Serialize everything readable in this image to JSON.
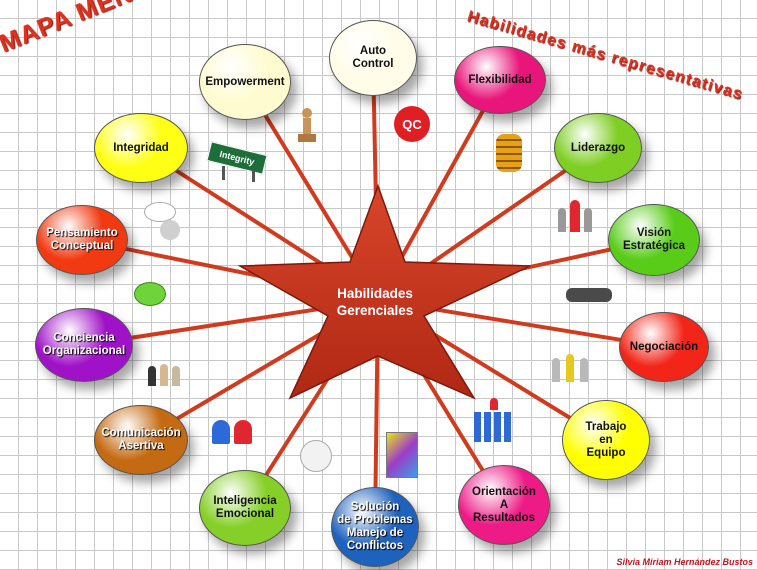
{
  "title": "MAPA MENTAL",
  "subtitle": "Habilidades más representativas",
  "center": {
    "label": "Habilidades\nGerenciales",
    "color": "#c8321e"
  },
  "credit": "Silvia Miriam Hernández Bustos",
  "sign_text": "Integrity",
  "qc_text": "QC",
  "nodes": [
    {
      "id": "auto-control",
      "label": "Auto\nControl",
      "color": "#fffde8"
    },
    {
      "id": "flexibilidad",
      "label": "Flexibilidad",
      "color": "#e8157a"
    },
    {
      "id": "liderazgo",
      "label": "Liderazgo",
      "color": "#7fce24"
    },
    {
      "id": "vision-estrategica",
      "label": "Visión\nEstratégica",
      "color": "#58cc18"
    },
    {
      "id": "negociacion",
      "label": "Negociación",
      "color": "#f22518"
    },
    {
      "id": "trabajo-en-equipo",
      "label": "Trabajo\nen\nEquipo",
      "color": "#ffff00"
    },
    {
      "id": "orientacion-a-resultados",
      "label": "Orientación\nA\nResultados",
      "color": "#ee1a86"
    },
    {
      "id": "solucion-de-problemas",
      "label": "Solución\nde Problemas\nManejo de\nConflictos",
      "color": "#1f62bd"
    },
    {
      "id": "inteligencia-emocional",
      "label": "Inteligencia\nEmocional",
      "color": "#85cf28"
    },
    {
      "id": "comunicacion-asertiva",
      "label": "Comunicación\nAsertiva",
      "color": "#c46a12"
    },
    {
      "id": "conciencia-organizacional",
      "label": "Conciencia\nOrganizacional",
      "color": "#a012c8"
    },
    {
      "id": "pensamiento-conceptual",
      "label": "Pensamiento\nConceptual",
      "color": "#f23a12"
    },
    {
      "id": "integridad",
      "label": "Integridad",
      "color": "#ffff14"
    },
    {
      "id": "empowerment",
      "label": "Empowerment",
      "color": "#fffbd0"
    }
  ]
}
